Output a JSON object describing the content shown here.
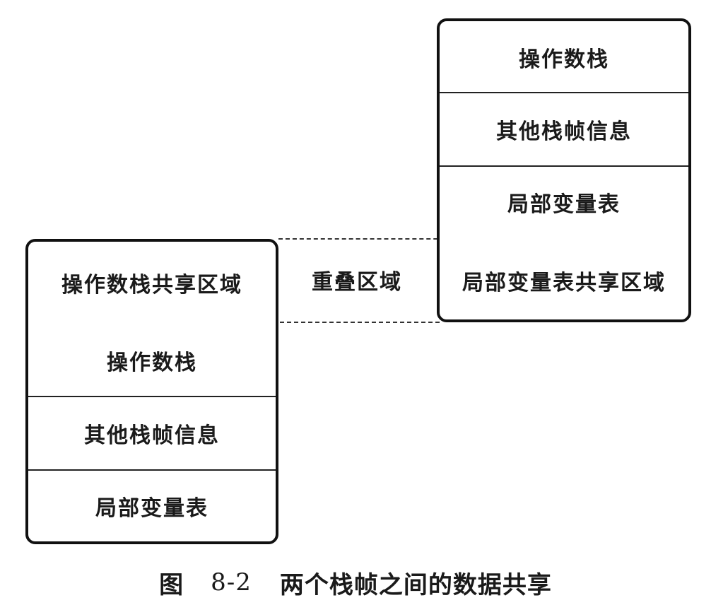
{
  "upper_frame": {
    "rows": [
      "操作数栈",
      "其他栈帧信息",
      "局部变量表",
      "局部变量表共享区域"
    ]
  },
  "lower_frame": {
    "rows": [
      "操作数栈共享区域",
      "操作数栈",
      "其他栈帧信息",
      "局部变量表"
    ]
  },
  "overlap_label": "重叠区域",
  "caption": {
    "prefix": "图",
    "number": "8-2",
    "title": "两个栈帧之间的数据共享"
  }
}
